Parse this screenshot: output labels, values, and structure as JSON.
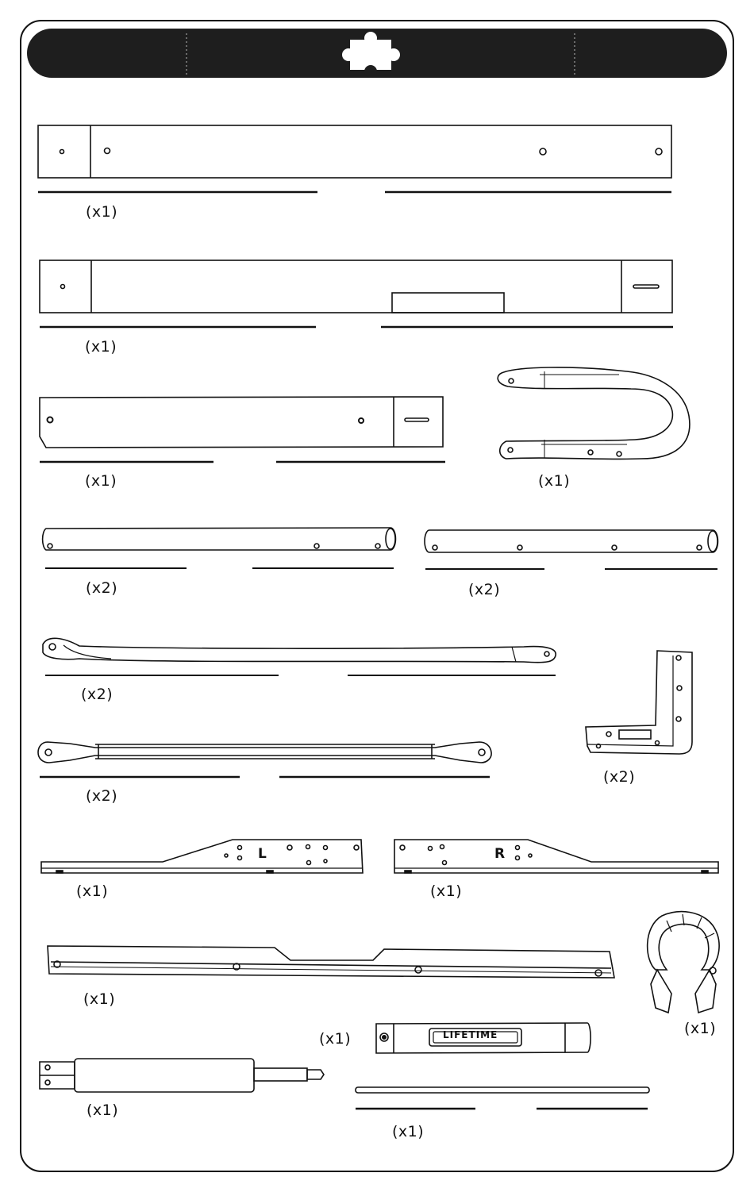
{
  "header": {
    "icon": "puzzle-piece-icon",
    "bar_color": "#1e1e1e"
  },
  "parts": [
    {
      "id": "rail-1",
      "qty": "(x1)"
    },
    {
      "id": "rail-2",
      "qty": "(x1)"
    },
    {
      "id": "rail-3",
      "qty": "(x1)"
    },
    {
      "id": "u-handle",
      "qty": "(x1)"
    },
    {
      "id": "tube-left",
      "qty": "(x2)"
    },
    {
      "id": "tube-right",
      "qty": "(x2)"
    },
    {
      "id": "curved-brace",
      "qty": "(x2)"
    },
    {
      "id": "strut-brace",
      "qty": "(x2)"
    },
    {
      "id": "corner-bracket",
      "qty": "(x2)"
    },
    {
      "id": "plate-left",
      "qty": "(x1)",
      "stamp": "L"
    },
    {
      "id": "plate-right",
      "qty": "(x1)",
      "stamp": "R"
    },
    {
      "id": "long-channel",
      "qty": "(x1)"
    },
    {
      "id": "clamp-hook",
      "qty": "(x1)"
    },
    {
      "id": "logo-tube",
      "qty": "(x1)",
      "logo": "LIFETIME"
    },
    {
      "id": "gas-cylinder",
      "qty": "(x1)"
    },
    {
      "id": "thin-rod",
      "qty": "(x1)"
    }
  ]
}
